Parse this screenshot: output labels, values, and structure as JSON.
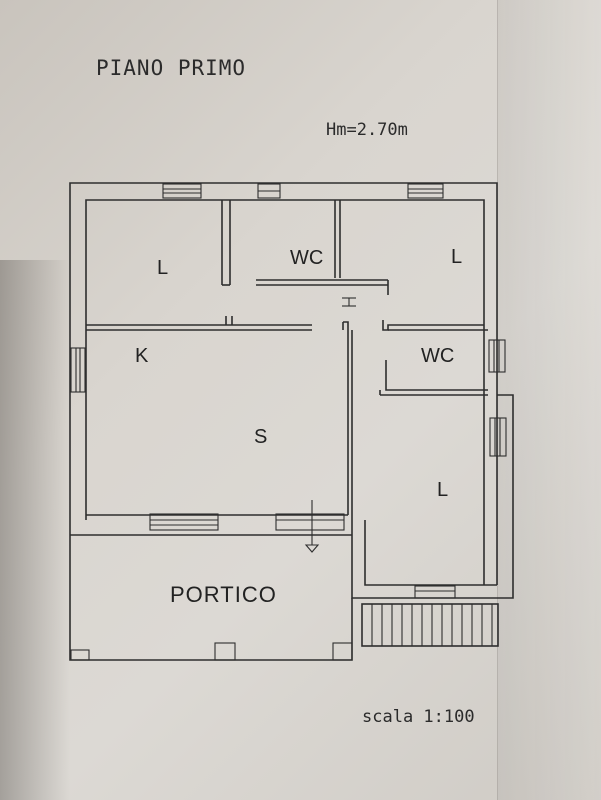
{
  "plan": {
    "title": "PIANO PRIMO",
    "height_note": "Hm=2.70m",
    "scale_note": "scala 1:100",
    "rooms": {
      "l1": "L",
      "wc1": "WC",
      "l2": "L",
      "k": "K",
      "s": "S",
      "wc2": "WC",
      "l3": "L",
      "portico": "PORTICO"
    }
  }
}
